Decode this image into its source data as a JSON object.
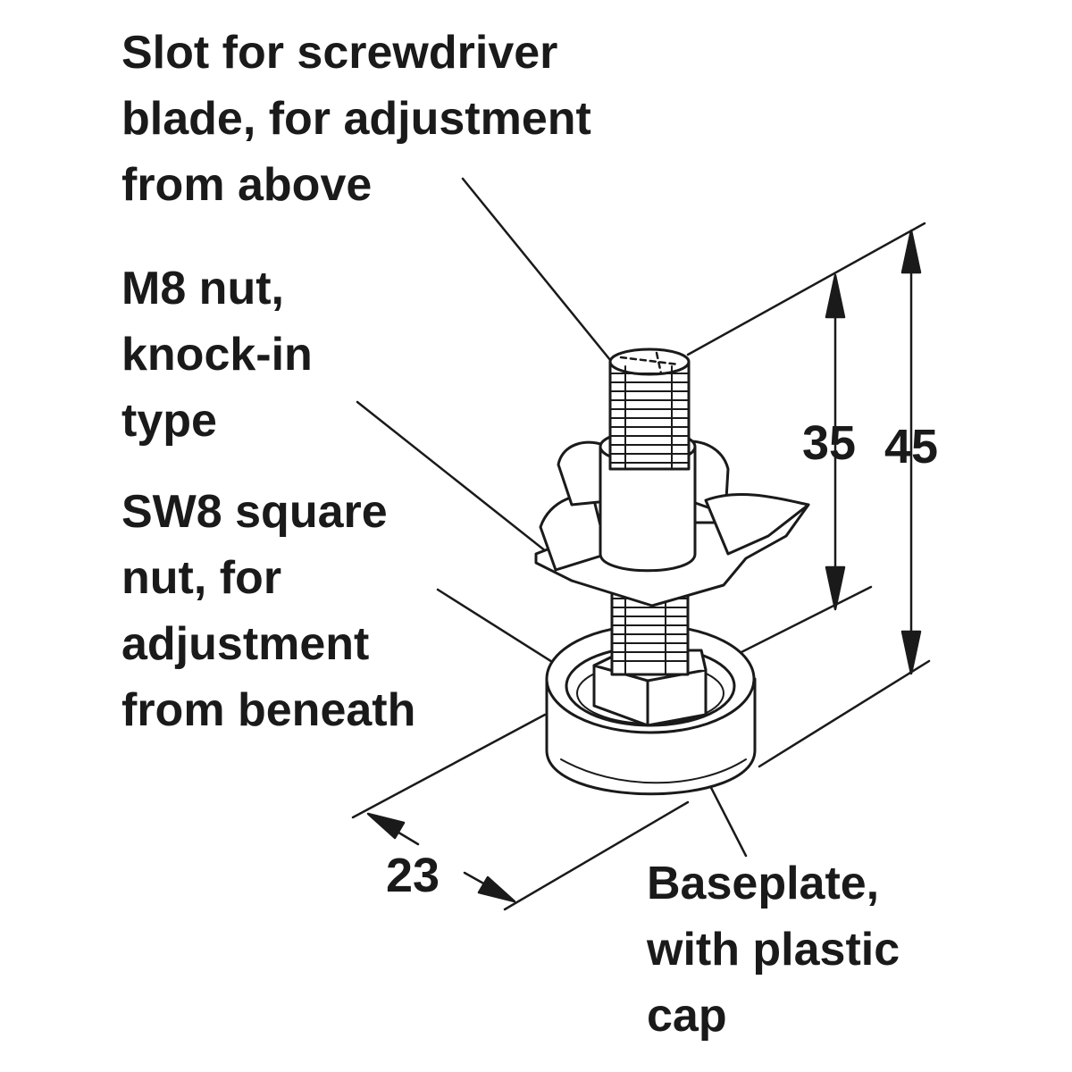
{
  "labels": {
    "slot": [
      "Slot for screwdriver",
      "blade, for adjustment",
      "from above"
    ],
    "m8_nut": [
      "M8 nut,",
      "knock-in",
      "type"
    ],
    "sw8_nut": [
      "SW8 square",
      "nut, for",
      "adjustment",
      "from beneath"
    ],
    "baseplate": [
      "Baseplate,",
      "with plastic",
      "cap"
    ]
  },
  "dimensions": {
    "height_inner": "35",
    "height_total": "45",
    "base_diameter": "23"
  },
  "colors": {
    "ink": "#1a1a1a",
    "part_fill": "#ffffff"
  }
}
